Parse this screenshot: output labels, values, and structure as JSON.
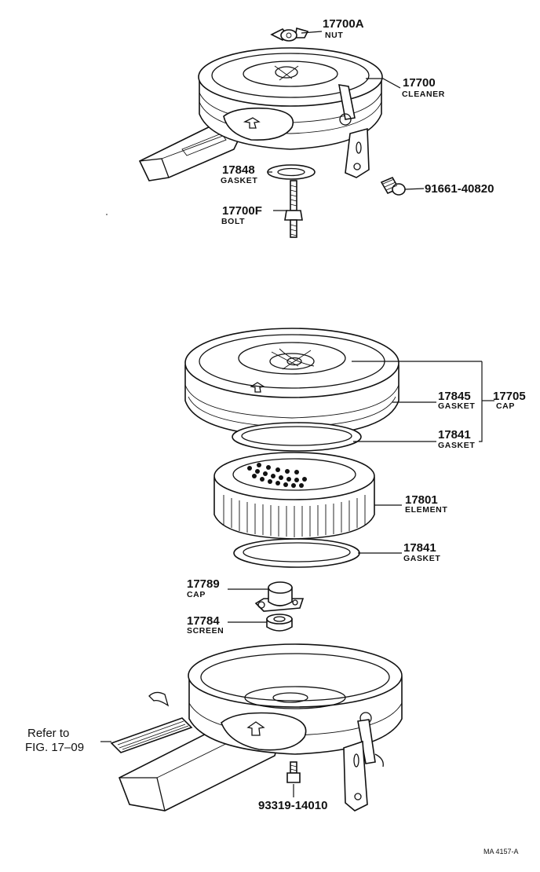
{
  "parts": {
    "nut": {
      "number": "17700A",
      "name": "NUT"
    },
    "cleaner": {
      "number": "17700",
      "name": "CLEANER"
    },
    "gasket_top": {
      "number": "17848",
      "name": "GASKET"
    },
    "bolt_top": {
      "number": "91661-40820",
      "name": ""
    },
    "bolt": {
      "number": "17700F",
      "name": "BOLT"
    },
    "cap_gasket": {
      "number": "17845",
      "name": "GASKET"
    },
    "cap_assy": {
      "number": "17705",
      "name": "CAP"
    },
    "gasket_upper": {
      "number": "17841",
      "name": "GASKET"
    },
    "element": {
      "number": "17801",
      "name": "ELEMENT"
    },
    "gasket_lower": {
      "number": "17841",
      "name": "GASKET"
    },
    "valve_cap": {
      "number": "17789",
      "name": "CAP"
    },
    "screen": {
      "number": "17784",
      "name": "SCREEN"
    },
    "bolt_bottom": {
      "number": "93319-14010",
      "name": ""
    }
  },
  "reference": {
    "line1": "Refer to",
    "line2": "FIG. 17–09"
  },
  "drawing_code": "MA 4157-A"
}
